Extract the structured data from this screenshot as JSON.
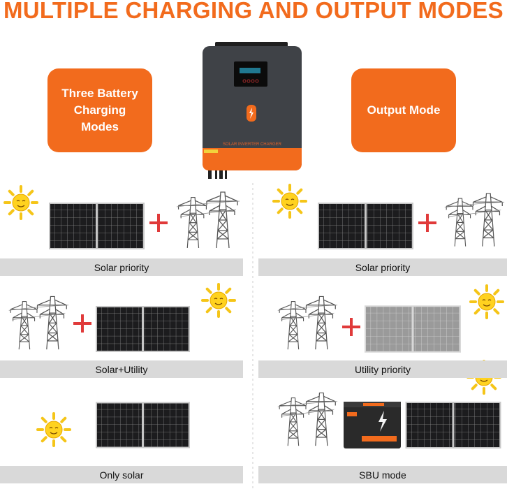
{
  "title": "MULTIPLE CHARGING AND OUTPUT MODES",
  "inverter": {
    "label": "SOLAR INVERTER CHARGER"
  },
  "colors": {
    "accent": "#F26B1D",
    "bar": "#d9d9d9",
    "inverter_body": "#3f4247"
  },
  "left": {
    "heading": "Three Battery Charging Modes",
    "modes": [
      {
        "label": "Solar priority",
        "icons": [
          "sun-icon",
          "solar-panel",
          "plus-icon",
          "power-tower"
        ]
      },
      {
        "label": "Solar+Utility",
        "icons": [
          "power-tower",
          "plus-icon",
          "solar-panel",
          "sun-icon"
        ]
      },
      {
        "label": "Only solar",
        "icons": [
          "sun-icon",
          "solar-panel"
        ]
      }
    ]
  },
  "right": {
    "heading": "Output Mode",
    "modes": [
      {
        "label": "Solar priority",
        "icons": [
          "sun-icon",
          "solar-panel",
          "plus-icon",
          "power-tower"
        ]
      },
      {
        "label": "Utility priority",
        "icons": [
          "power-tower",
          "plus-icon",
          "solar-panel",
          "sun-icon"
        ]
      },
      {
        "label": "SBU mode",
        "icons": [
          "power-tower",
          "battery",
          "solar-panel",
          "sun-icon"
        ]
      }
    ]
  }
}
